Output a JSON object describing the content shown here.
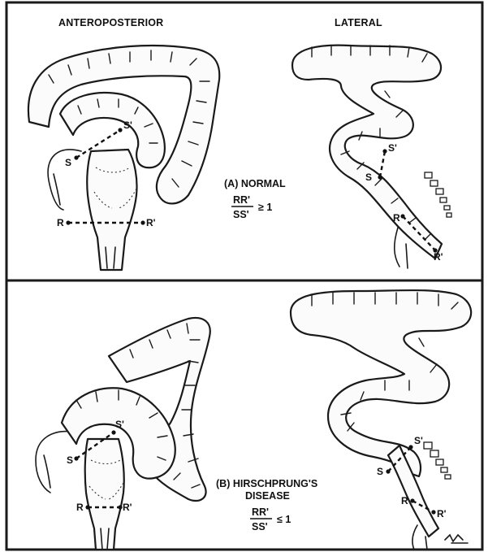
{
  "headings": {
    "anteroposterior": "ANTEROPOSTERIOR",
    "lateral": "LATERAL"
  },
  "panel_a": {
    "caption": "(A) NORMAL",
    "ratio_numerator": "RR'",
    "ratio_denominator": "SS'",
    "ratio_relation": "≥ 1",
    "points": {
      "s": "S",
      "s_prime": "S'",
      "r": "R",
      "r_prime": "R'"
    }
  },
  "panel_b": {
    "caption_line1": "(B) HIRSCHPRUNG'S",
    "caption_line2": "DISEASE",
    "ratio_numerator": "RR'",
    "ratio_denominator": "SS'",
    "ratio_relation": "≤ 1",
    "points": {
      "s": "S",
      "s_prime": "S'",
      "r": "R",
      "r_prime": "R'"
    }
  },
  "colors": {
    "ink": "#1a1a1a",
    "background": "#ffffff"
  }
}
